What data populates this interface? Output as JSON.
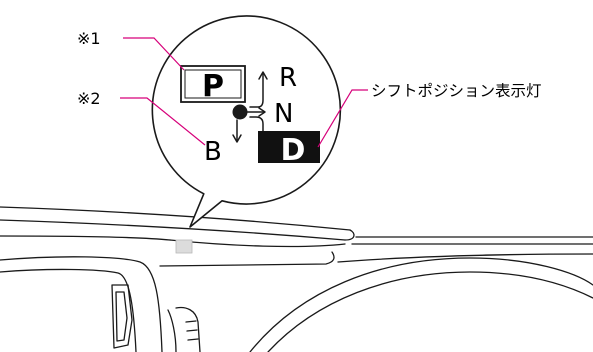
{
  "callouts": {
    "note1": "※1",
    "note2": "※2",
    "indicator_label": "シフトポジション表示灯"
  },
  "shift_positions": {
    "p": "P",
    "r": "R",
    "n": "N",
    "b": "B",
    "d": "D"
  },
  "colors": {
    "leader_line": "#d6007a",
    "outline": "#1a1a1a",
    "indicator_fill": "#111111",
    "indicator_text": "#ffffff",
    "sensor_fill": "#dcdcdc"
  }
}
